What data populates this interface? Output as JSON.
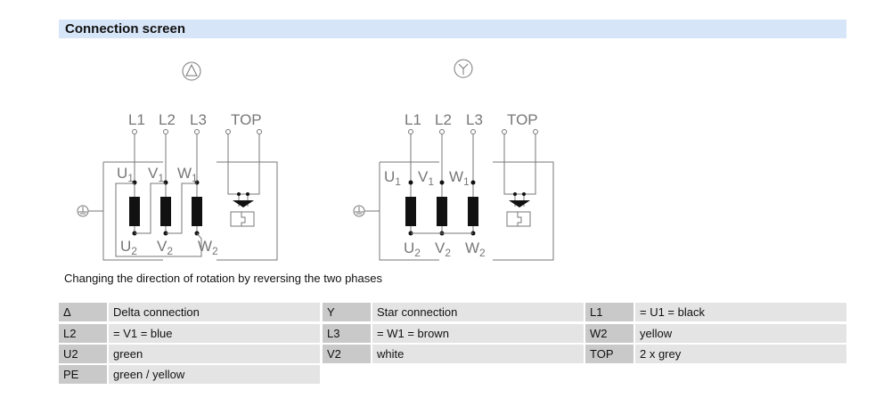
{
  "header": {
    "title": "Connection screen"
  },
  "diagrams": [
    {
      "symbol": "Δ",
      "labels": {
        "l1": "L1",
        "l2": "L2",
        "l3": "L3",
        "top": "TOP",
        "u": "U",
        "v": "V",
        "w": "W",
        "one": "1",
        "two": "2"
      }
    },
    {
      "symbol": "Y",
      "labels": {
        "l1": "L1",
        "l2": "L2",
        "l3": "L3",
        "top": "TOP",
        "u": "U",
        "v": "V",
        "w": "W",
        "one": "1",
        "two": "2"
      }
    }
  ],
  "caption": "Changing the direction of rotation by reversing the two phases",
  "table": [
    [
      [
        "Δ",
        "Delta connection"
      ],
      [
        "Y",
        "Star connection"
      ],
      [
        "L1",
        "= U1 = black"
      ]
    ],
    [
      [
        "L2",
        "= V1 = blue"
      ],
      [
        "L3",
        "= W1 = brown"
      ],
      [
        "W2",
        "yellow"
      ]
    ],
    [
      [
        "U2",
        "green"
      ],
      [
        "V2",
        "white"
      ],
      [
        "TOP",
        "2 x grey"
      ]
    ],
    [
      [
        "PE",
        "green / yellow"
      ]
    ]
  ]
}
